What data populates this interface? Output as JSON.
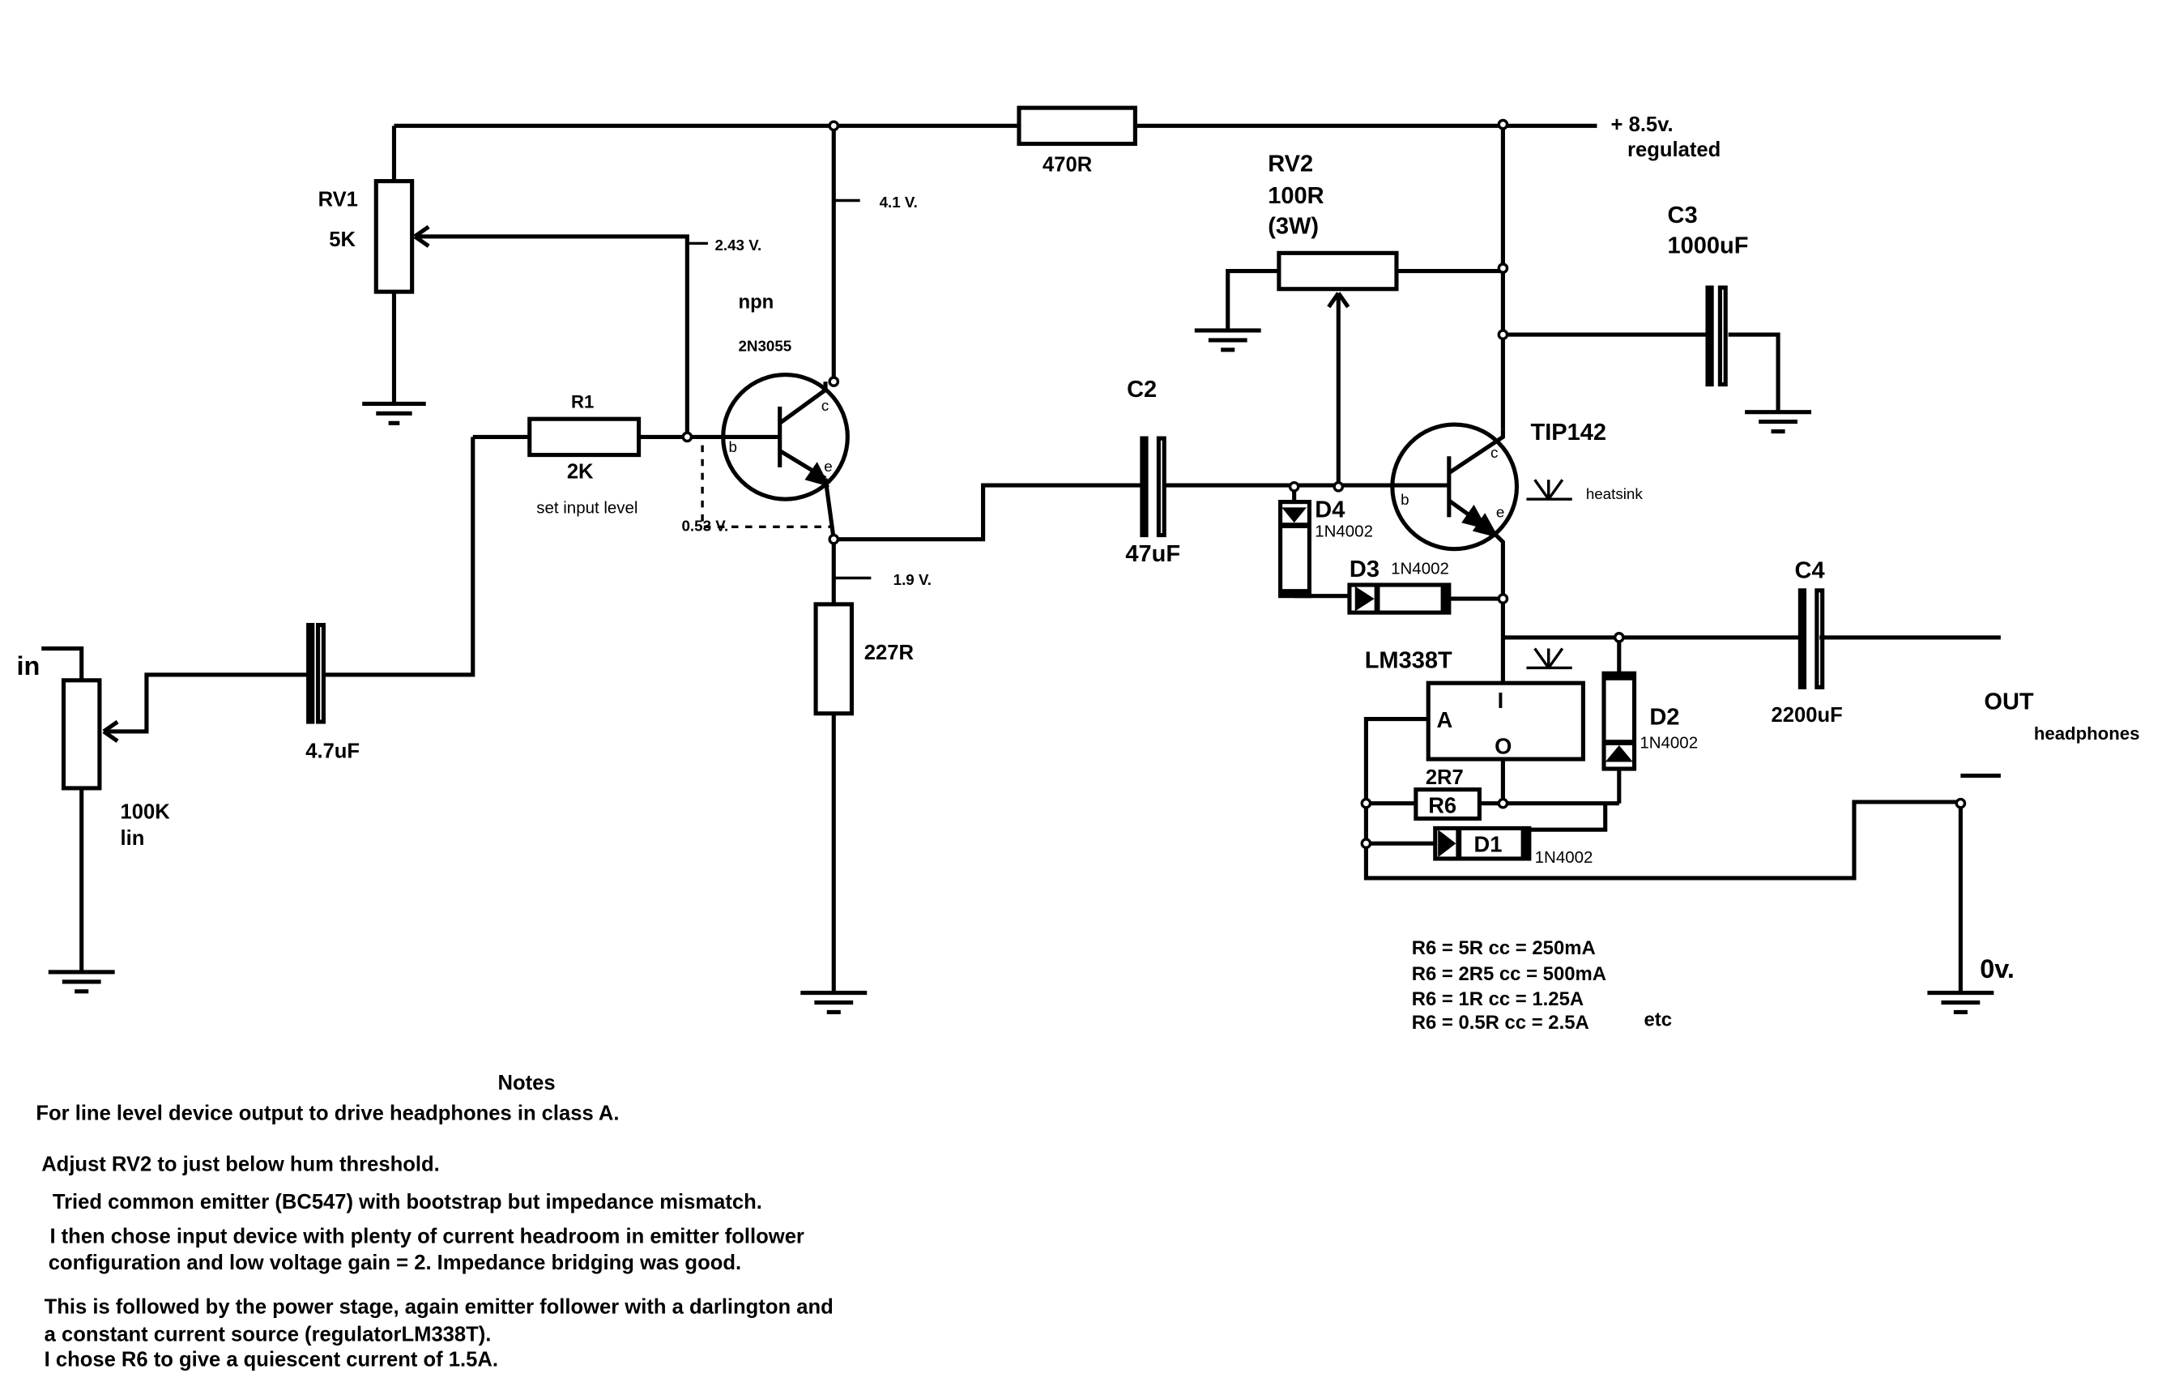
{
  "supply": {
    "voltage": "+ 8.5v.",
    "note": "regulated"
  },
  "components": {
    "r470": "470R",
    "rv1_name": "RV1",
    "rv1_value": "5K",
    "rv2_name": "RV2",
    "rv2_value": "100R",
    "rv2_power": "(3W)",
    "c3_name": "C3",
    "c3_value": "1000uF",
    "c2_name": "C2",
    "c2_value": "47uF",
    "c4_name": "C4",
    "c4_value": "2200uF",
    "c_in_value": "4.7uF",
    "q1_type": "npn",
    "q1_part": "2N3055",
    "q2_part": "TIP142",
    "heatsink": "heatsink",
    "r1_name": "R1",
    "r1_value": "2K",
    "r1_note": "set input level",
    "r227": "227R",
    "vr_in_value": "100K",
    "vr_in_taper": "lin",
    "d4_name": "D4",
    "d4_part": "1N4002",
    "d3_name": "D3",
    "d3_part": "1N4002",
    "d2_name": "D2",
    "d2_part": "1N4002",
    "d1_name": "D1",
    "d1_part": "1N4002",
    "reg_part": "LM338T",
    "reg_pin_i": "I",
    "reg_pin_a": "A",
    "reg_pin_o": "O",
    "r6_name": "R6",
    "r6_value": "2R7",
    "pin_b": "b",
    "pin_c": "c",
    "pin_e": "e"
  },
  "voltages": {
    "v41": "4.1 V.",
    "v243": "2.43 V.",
    "v053": "0.53 V.",
    "v19": "1.9 V."
  },
  "io": {
    "input": "in",
    "output": "OUT",
    "output_note": "headphones",
    "ground": "0v."
  },
  "r6_table": [
    "R6 = 5R  cc = 250mA",
    "R6 = 2R5 cc = 500mA",
    "R6 = 1R  cc = 1.25A",
    "R6 = 0.5R  cc = 2.5A"
  ],
  "r6_table_etc": "etc",
  "notes": {
    "title": "Notes",
    "lines": [
      "For line level device output to drive headphones in class A.",
      "Adjust RV2 to just below hum threshold.",
      "Tried common emitter (BC547) with bootstrap but impedance  mismatch.",
      "I then chose input device with plenty of current headroom in emitter follower",
      "configuration and low voltage gain = 2.      Impedance bridging was good.",
      "This is followed by the power stage, again emitter follower with a darlington and",
      "a constant current source (regulatorLM338T).",
      "I chose R6 to give a quiescent current of 1.5A."
    ]
  }
}
